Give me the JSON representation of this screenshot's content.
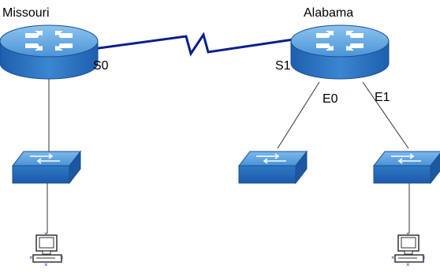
{
  "routers": [
    {
      "id": "missouri",
      "name": "Missouri"
    },
    {
      "id": "alabama",
      "name": "Alabama"
    }
  ],
  "interfaces": {
    "missouri_s0": "S0",
    "alabama_s1": "S1",
    "alabama_e0": "E0",
    "alabama_e1": "E1"
  },
  "colors": {
    "device_top": "#5ea3df",
    "device_side": "#1f66b8",
    "device_outline": "#1a4f8f",
    "serial_link": "#0a1f8a",
    "lan_link": "#333333",
    "pc_outline": "#333333",
    "pc_marker": "#3a3aa0"
  },
  "icons": {
    "router": "router-icon",
    "switch": "switch-icon",
    "pc": "pc-icon"
  }
}
